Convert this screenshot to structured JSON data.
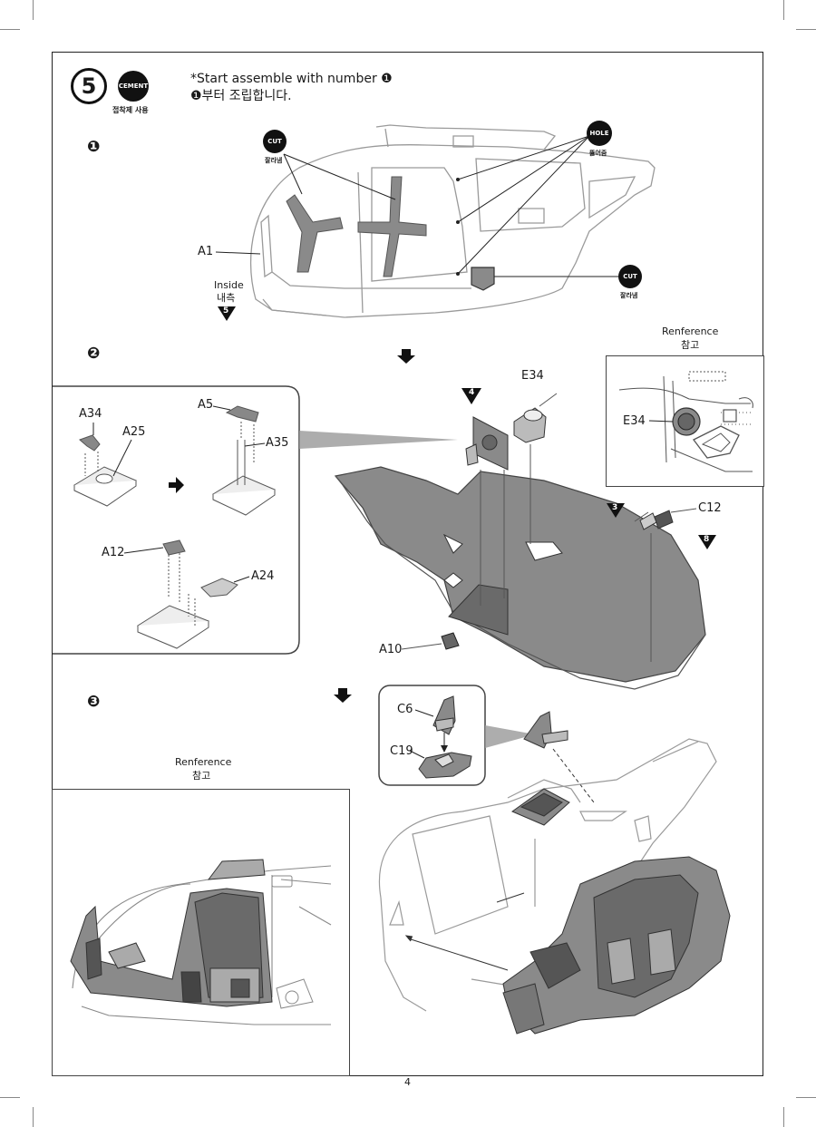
{
  "header": {
    "step_number": "5",
    "cement_badge": "CEMENT",
    "cement_label": "접착제 사용",
    "instruction_en": "*Start assemble with number ❶",
    "instruction_ko": "❶부터 조립합니다."
  },
  "substeps": [
    {
      "number": "❶"
    },
    {
      "number": "❷"
    },
    {
      "number": "❸"
    }
  ],
  "step1": {
    "cut_badge": "CUT",
    "cut_label": "잘라냄",
    "hole_badge": "HOLE",
    "hole_label": "뚫어줌",
    "part_a1": "A1",
    "inside_en": "Inside",
    "inside_ko": "내측",
    "inside_ref": "5"
  },
  "step2": {
    "reference_en": "Renference",
    "reference_ko": "참고",
    "part_e34": "E34",
    "part_e34_ref": "E34",
    "part_a34": "A34",
    "part_a25": "A25",
    "part_a5": "A5",
    "part_a35": "A35",
    "part_a12": "A12",
    "part_a24": "A24",
    "part_a10": "A10",
    "part_c12": "C12",
    "ref_4": "4",
    "ref_3": "3",
    "ref_8": "8"
  },
  "step3": {
    "reference_en": "Renference",
    "reference_ko": "참고",
    "part_c6": "C6",
    "part_c19": "C19"
  },
  "footer": {
    "page_number": "4"
  },
  "colors": {
    "badge": "#111111",
    "part_gray": "#8a8a8a",
    "outline": "#9a9a9a"
  }
}
